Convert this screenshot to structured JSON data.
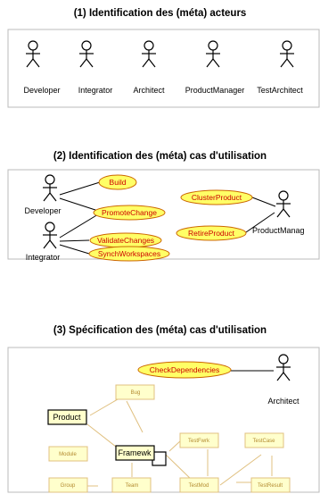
{
  "section1": {
    "title": "(1) Identification des (méta) acteurs",
    "actors": [
      "Developer",
      "Integrator",
      "Architect",
      "ProductManager",
      "TestArchitect"
    ]
  },
  "section2": {
    "title": "(2) Identification des (méta) cas d'utilisation",
    "actors": [
      "Developer",
      "Integrator",
      "ProductManag"
    ],
    "use_cases": [
      "Build",
      "PromoteChange",
      "ValidateChanges",
      "SynchWorkspaces",
      "ClusterProduct",
      "RetireProduct"
    ]
  },
  "section3": {
    "title": "(3) Spécification des (méta) cas d'utilisation",
    "actor": "Architect",
    "use_case": "CheckDependencies",
    "classes": [
      "Product",
      "Bug",
      "Framewk",
      "Module",
      "Group",
      "Team",
      "TestFwrk",
      "TestCase",
      "TestMod",
      "TestResult"
    ]
  },
  "colors": {
    "use_case_fill": "#ffff66",
    "use_case_text": "#cc0000",
    "class_fill": "#ffffcc",
    "class_border": "#e0c080",
    "panel_border": "#bbbbbb"
  }
}
